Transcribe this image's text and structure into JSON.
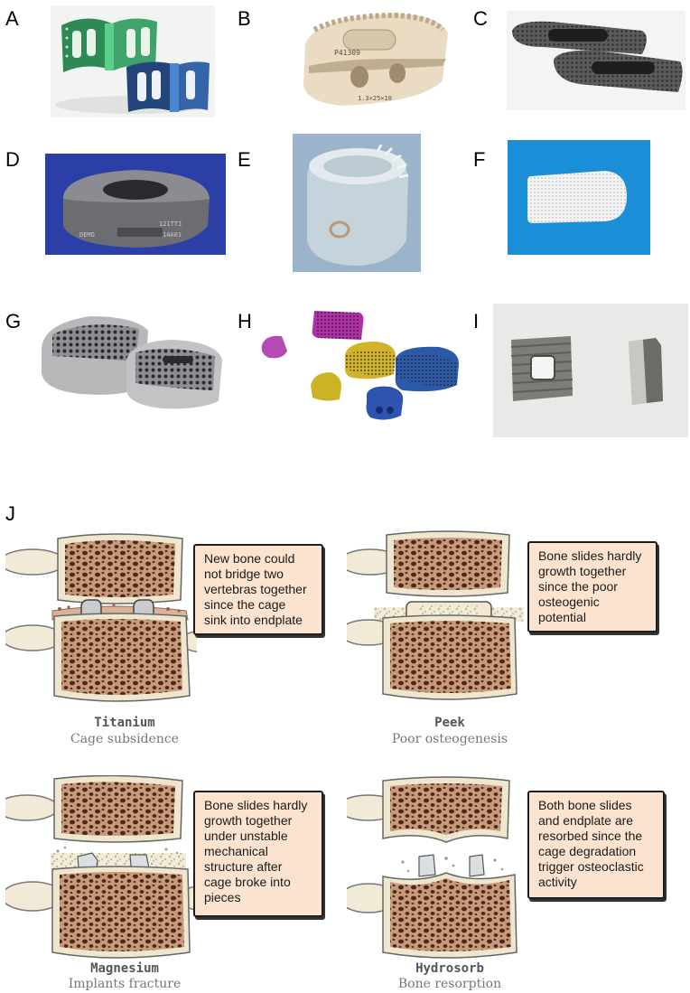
{
  "panels": {
    "A": "A",
    "B": "B",
    "C": "C",
    "D": "D",
    "E": "E",
    "F": "F",
    "G": "G",
    "H": "H",
    "I": "I",
    "J": "J"
  },
  "photo_labels": {
    "b_code_1": "P41309",
    "b_code_2": "1.3×25×10",
    "d_code_1": "121TTI",
    "d_code_2": "14A01",
    "d_code_3": "DEMO"
  },
  "scenarios": [
    {
      "material": "Titanium",
      "outcome": "Cage subsidence",
      "callout": "New bone could\nnot bridge two\nvertebras together\nsince the cage\nsink into endplate"
    },
    {
      "material": "Peek",
      "outcome": "Poor osteogenesis",
      "callout": "Bone slides hardly\ngrowth together\nsince the poor\nosteogenic\npotential"
    },
    {
      "material": "Magnesium",
      "outcome": "Implants fracture",
      "callout": "Bone slides hardly\ngrowth together\nunder unstable\nmechanical\nstructure after\ncage broke into\npieces"
    },
    {
      "material": "Hydrosorb",
      "outcome": "Bone resorption",
      "callout": "Both bone slides\nand endplate are\nresorbed since the\ncage degradation\ntrigger osteoclastic\nactivity"
    }
  ],
  "colors": {
    "callout_fill": "#fbe3cf",
    "bone_tissue": "#c99a7a",
    "bone_pore": "#4a2a1c",
    "cortical": "#efe6cf"
  }
}
